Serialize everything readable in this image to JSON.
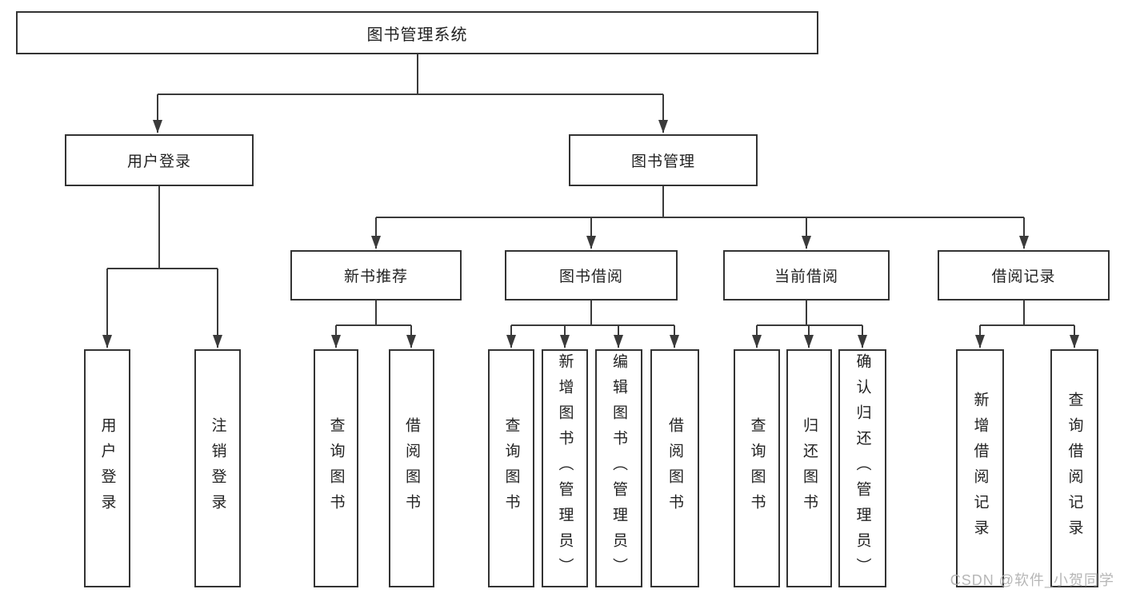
{
  "diagram": {
    "type": "org-tree",
    "root": {
      "label": "图书管理系统",
      "children": [
        {
          "label": "用户登录",
          "children": [
            {
              "label": "用户登录"
            },
            {
              "label": "注销登录"
            }
          ]
        },
        {
          "label": "图书管理",
          "children": [
            {
              "label": "新书推荐",
              "children": [
                {
                  "label": "查询图书"
                },
                {
                  "label": "借阅图书"
                }
              ]
            },
            {
              "label": "图书借阅",
              "children": [
                {
                  "label": "查询图书"
                },
                {
                  "label": "新增图书（管理员）"
                },
                {
                  "label": "编辑图书（管理员）"
                },
                {
                  "label": "借阅图书"
                }
              ]
            },
            {
              "label": "当前借阅",
              "children": [
                {
                  "label": "查询图书"
                },
                {
                  "label": "归还图书"
                },
                {
                  "label": "确认归还（管理员）"
                }
              ]
            },
            {
              "label": "借阅记录",
              "children": [
                {
                  "label": "新增借阅记录"
                },
                {
                  "label": "查询借阅记录"
                }
              ]
            }
          ]
        }
      ]
    },
    "watermark": "CSDN @软件_小贺同学",
    "colors": {
      "line": "#3a3a3a",
      "box_border": "#333333",
      "box_fill": "#ffffff",
      "text": "#222222",
      "watermark": "#b2b2b2",
      "background": "#ffffff"
    }
  }
}
